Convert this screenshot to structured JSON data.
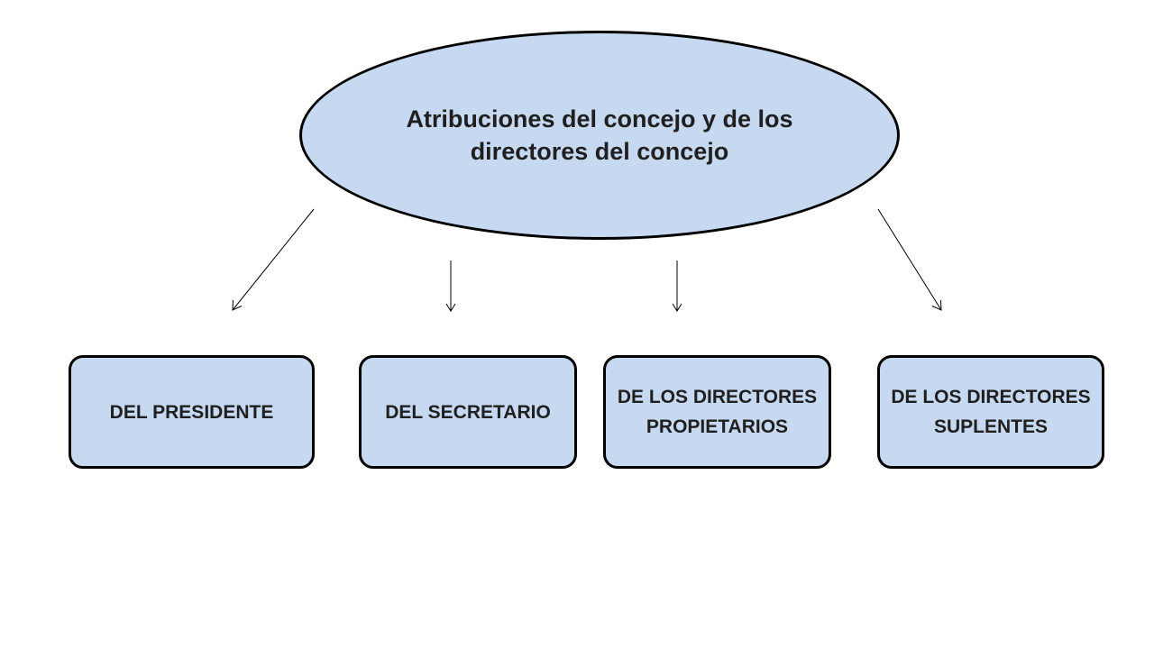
{
  "diagram": {
    "root": {
      "title": "Atribuciones  del concejo y de los directores del concejo"
    },
    "children": [
      {
        "label": "DEL PRESIDENTE"
      },
      {
        "label": "DEL SECRETARIO"
      },
      {
        "label": "DE LOS DIRECTORES PROPIETARIOS"
      },
      {
        "label": "DE LOS DIRECTORES SUPLENTES"
      }
    ],
    "colors": {
      "shape_fill": "#c6d9f1",
      "shape_border": "#000000",
      "arrow": "#000000",
      "text": "#1f1f1f"
    }
  }
}
